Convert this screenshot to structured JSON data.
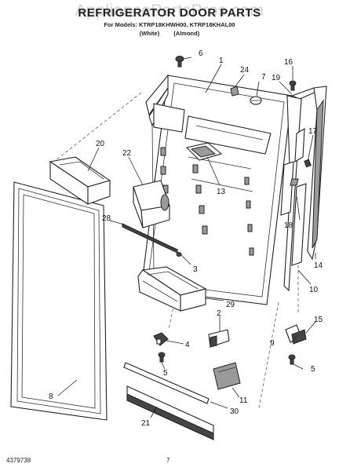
{
  "watermark": "AppliancePartsPros.com",
  "header": {
    "title": "REFRIGERATOR DOOR PARTS",
    "models": "For Models: KTRP18KHWH00, KTRP18KHAL00",
    "color_1": "(White)",
    "color_2": "(Almond)"
  },
  "footer": {
    "doc_number": "4379738",
    "page_number": "7"
  },
  "callouts": {
    "c1": "1",
    "c2": "2",
    "c3": "3",
    "c4": "4",
    "c5a": "5",
    "c5b": "5",
    "c6": "6",
    "c7": "7",
    "c8": "8",
    "c9": "9",
    "c10": "10",
    "c11": "11",
    "c13": "13",
    "c14": "14",
    "c15": "15",
    "c16": "16",
    "c17": "17",
    "c18": "18",
    "c19": "19",
    "c20": "20",
    "c21": "21",
    "c22": "22",
    "c24": "24",
    "c28": "28",
    "c29": "29",
    "c30": "30"
  }
}
